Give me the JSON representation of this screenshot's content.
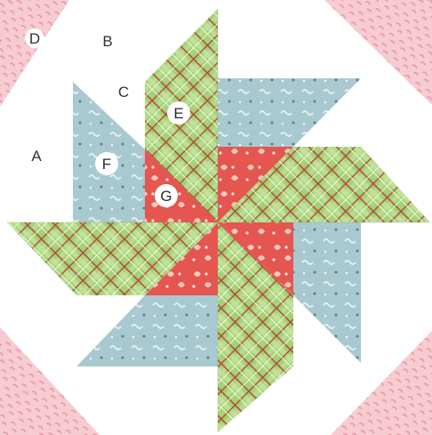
{
  "quilt_block": {
    "piece_labels": {
      "d": "D",
      "b": "B",
      "c": "C",
      "e": "E",
      "a": "A",
      "f": "F",
      "g": "G"
    },
    "colors": {
      "background": "#ffffff",
      "corner_pink_fabric": "#f3c3c9",
      "blue_fabric": "#a8c8cf",
      "green_plaid_fabric": "#a9d477",
      "red_floral_fabric": "#e5564f",
      "plaid_line_red": "#b2473c",
      "label_circle": "#ffffff"
    },
    "fabrics": [
      "pink-dot",
      "blue-bows",
      "green-plaid",
      "red-floral"
    ]
  }
}
